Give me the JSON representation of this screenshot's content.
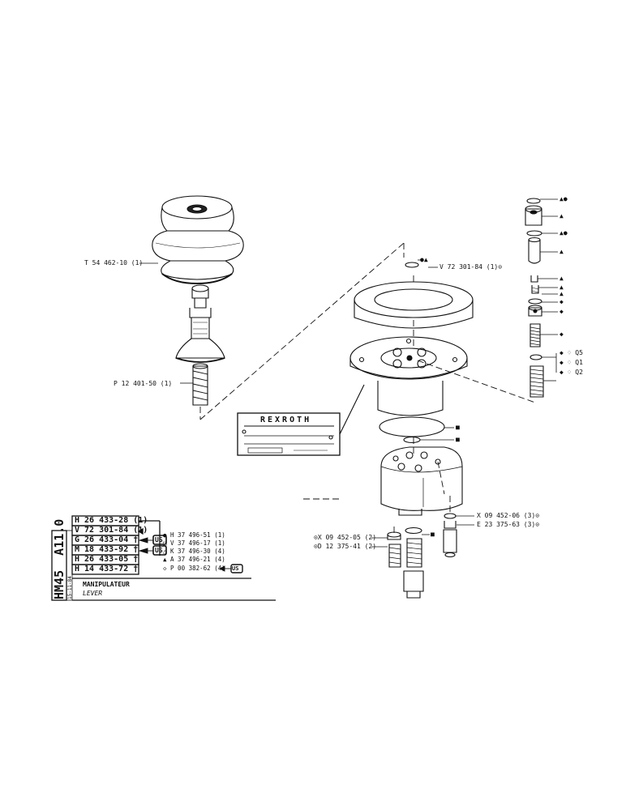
{
  "labels": {
    "boot": "T 54 462-10 (1)",
    "shaft": "P 12 401-50 (1)",
    "flange": "V 72 301-84 (1)⊙",
    "nut_a": "X 09 452-06 (3)⊙",
    "fitting_a": "E 23 375-63 (3)⊙",
    "nut_b": "⊙X 09 452-05 (2)",
    "fitting_b": "⊙D 12 375-41 (2)"
  },
  "nameplate": {
    "brand": "REXROTH"
  },
  "right_stack": {
    "symbols": [
      "▲●",
      "▲",
      "▲●",
      "▲",
      "▲",
      "▲",
      "▲",
      "◆",
      "◆",
      "◆"
    ],
    "groups": [
      {
        "symbols": "◆ ♢",
        "code": "Q5"
      },
      {
        "symbols": "◆ ♢",
        "code": "Q1"
      },
      {
        "symbols": "◆ ♢",
        "code": "Q2"
      }
    ]
  },
  "center_marks": {
    "oring_top": "●▲",
    "gasket_1": "■",
    "gasket_2": "■",
    "small_oring": "■"
  },
  "title_block": {
    "model": "HM45",
    "page": "A11.0",
    "date": "15-11-84",
    "title_fr": "MANIPULATEUR",
    "title_en": "LEVER",
    "parts": [
      {
        "code": "H 26 433-28 (1)",
        "mark": ""
      },
      {
        "code": "V 72 301-84 (1)",
        "mark": ""
      },
      {
        "code": "G 26 433-04",
        "mark": "†"
      },
      {
        "code": "M 18 433-92",
        "mark": "†"
      },
      {
        "code": "H 26 433-05",
        "mark": "†"
      },
      {
        "code": "H 14 433-72",
        "mark": "†"
      }
    ],
    "badge": "US",
    "legend": [
      {
        "sym": "●",
        "text": "H 37 496-51 (1)"
      },
      {
        "sym": "□",
        "text": "V 37 496-17 (1)"
      },
      {
        "sym": "△",
        "text": "K 37 496-30 (4)"
      },
      {
        "sym": "▲",
        "text": "A 37 496-21 (4)"
      },
      {
        "sym": "◇",
        "text": "P 00 382-62 (4)"
      }
    ]
  }
}
